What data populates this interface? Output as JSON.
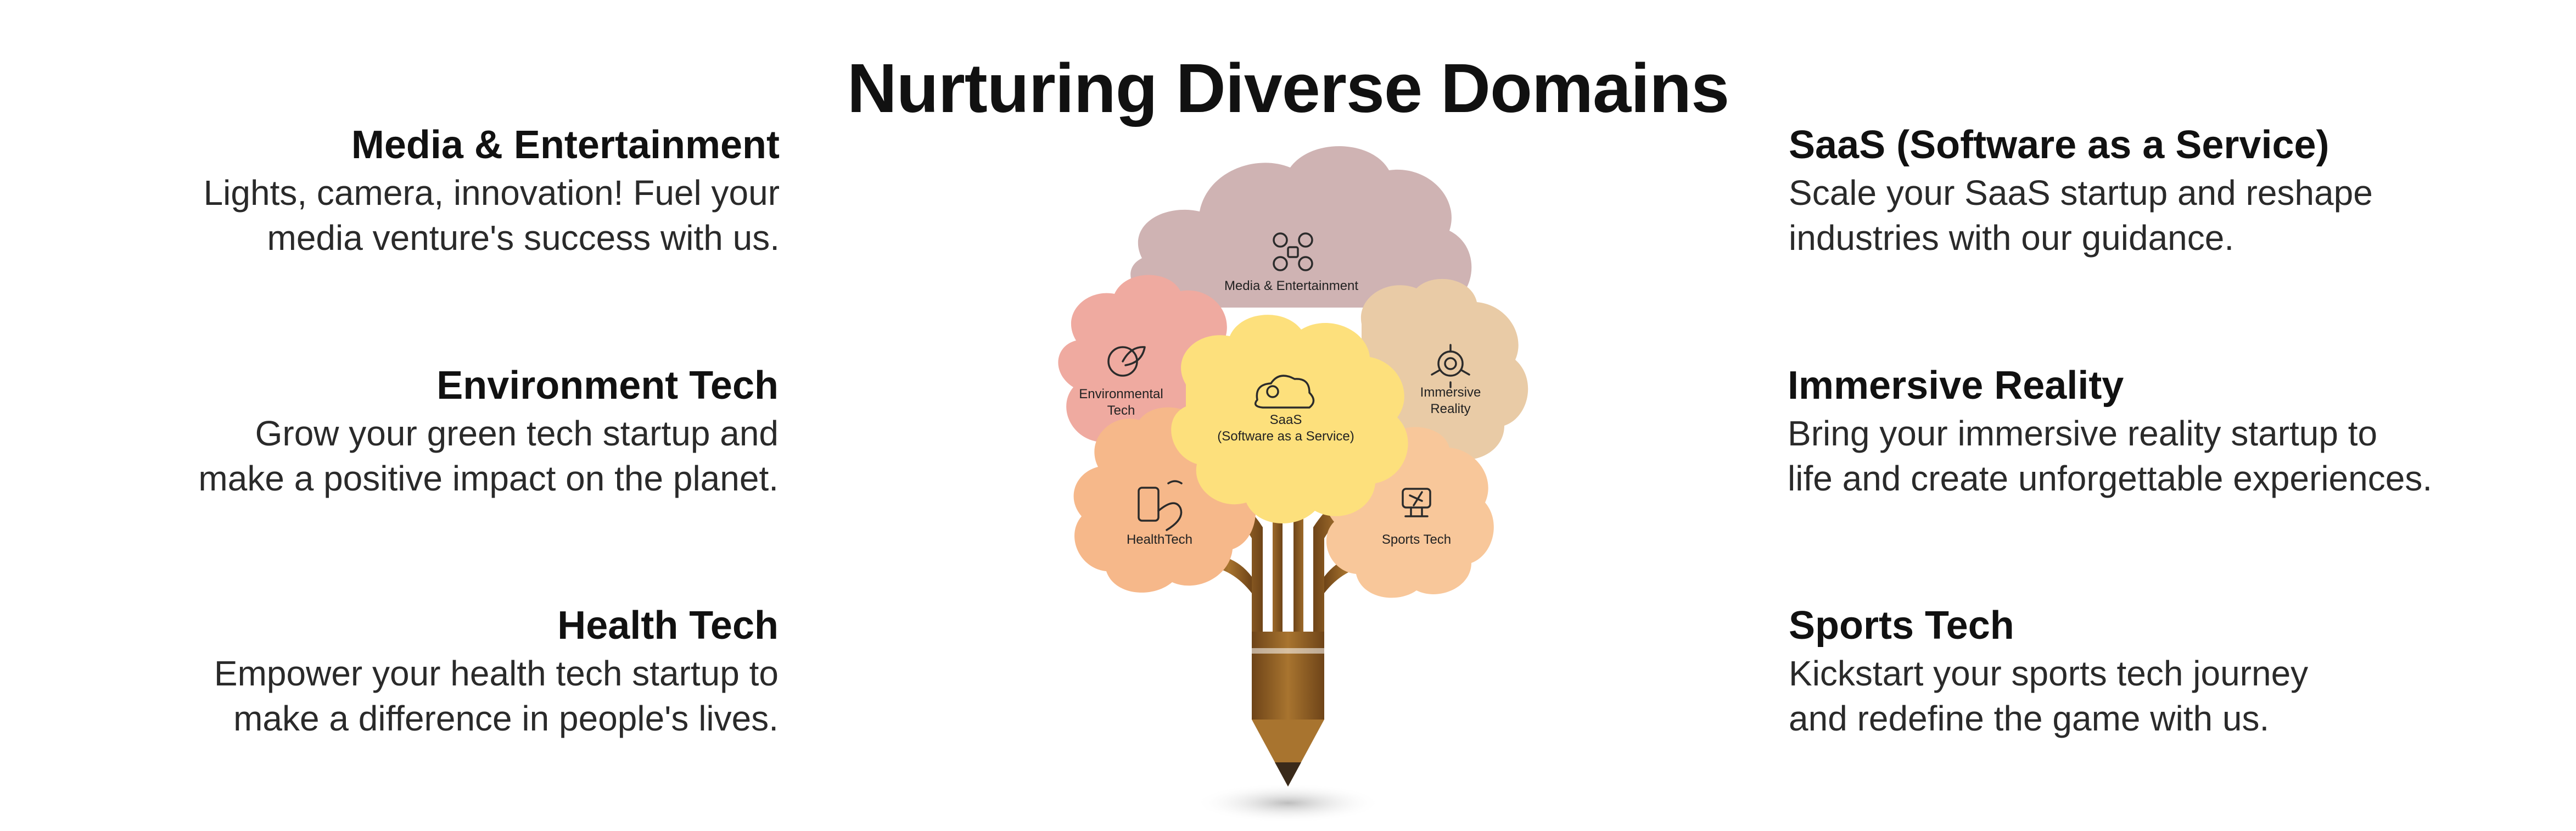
{
  "title": "Nurturing Diverse Domains",
  "left_items": [
    {
      "heading": "Media & Entertainment",
      "lines": [
        "Lights, camera, innovation! Fuel your",
        "media venture's success with us."
      ]
    },
    {
      "heading": "Environment Tech",
      "lines": [
        "Grow your green tech startup and",
        "make a positive impact on the planet."
      ]
    },
    {
      "heading": "Health Tech",
      "lines": [
        "Empower your health tech startup to",
        "make a difference in people's lives."
      ]
    }
  ],
  "right_items": [
    {
      "heading": "SaaS (Software as a Service)",
      "lines": [
        "Scale your SaaS startup and reshape",
        "industries with our guidance."
      ]
    },
    {
      "heading": "Immersive Reality",
      "lines": [
        "Bring your immersive reality startup to",
        "life and create unforgettable experiences."
      ]
    },
    {
      "heading": "Sports Tech",
      "lines": [
        "Kickstart your sports tech journey",
        "and redefine the game with us."
      ]
    }
  ],
  "tree": {
    "media": "Media & Entertainment",
    "env_1": "Environmental",
    "env_2": "Tech",
    "saas_1": "SaaS",
    "saas_2": "(Software as a Service)",
    "immersive_1": "Immersive",
    "immersive_2": "Reality",
    "health": "HealthTech",
    "sports": "Sports Tech",
    "icons": [
      "social-media-icon",
      "leaf-globe-icon",
      "cloud-gear-icon",
      "vr-network-icon",
      "heart-phone-icon",
      "sports-trophy-icon"
    ]
  },
  "colors": {
    "media_blob": "#cfb3b3",
    "env_blob": "#efaaa0",
    "immersive_blob": "#e9cba6",
    "health_blob": "#f6b88a",
    "sports_blob": "#f8c79a",
    "saas_blob": "#fde07c",
    "trunk": "#8a5a24",
    "pencil_tip": "#3a2a1a"
  }
}
